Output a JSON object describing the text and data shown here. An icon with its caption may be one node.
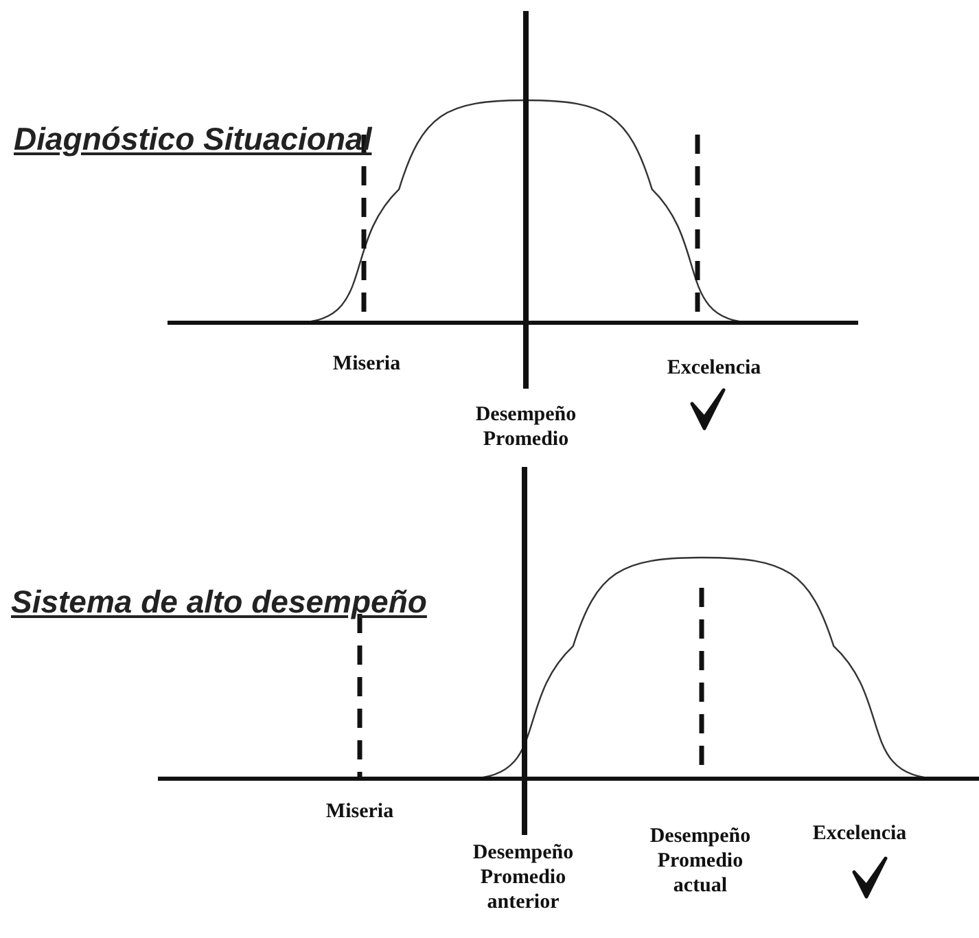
{
  "diagram": {
    "labels": [
      "Diagnóstico Situacional",
      "Miseria",
      "Excelencia",
      "Desempeño Promedio",
      "Sistema de alto desempeño",
      "Miseria",
      "Desempeño Promedio anterior",
      "Desempeño Promedio actual",
      "Excelencia"
    ]
  }
}
